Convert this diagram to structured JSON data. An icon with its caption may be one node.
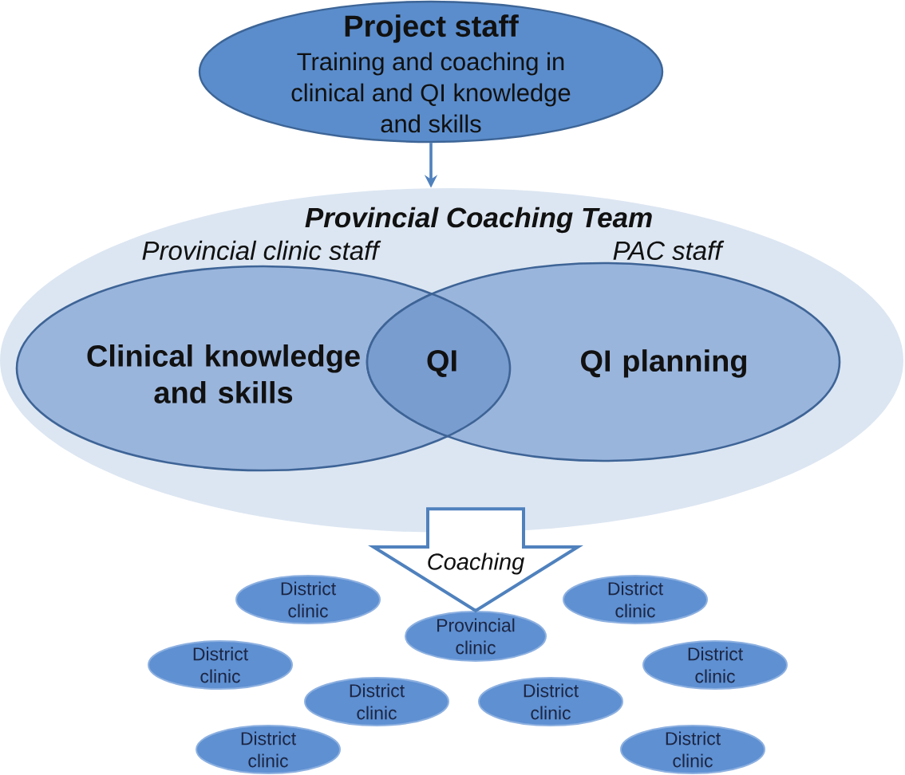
{
  "diagram": {
    "nodes": [
      {
        "text": [
          "Project staff",
          "Training and coaching in clinical and QI knowledge and skills"
        ]
      },
      {
        "text": [
          "Provincial Coaching Team"
        ]
      },
      {
        "text": [
          "Provincial clinic staff",
          "Clinical knowledge and skills"
        ],
        "in": 1
      },
      {
        "text": [
          "QI"
        ]
      },
      {
        "text": [
          "PAC staff",
          "QI planning"
        ],
        "in": 1
      },
      {
        "text": [
          "District clinic"
        ]
      },
      {
        "text": [
          "District clinic"
        ]
      },
      {
        "text": [
          "Provincial clinic"
        ]
      },
      {
        "text": [
          "District clinic"
        ]
      },
      {
        "text": [
          "District clinic"
        ]
      },
      {
        "text": [
          "District clinic"
        ]
      },
      {
        "text": [
          "District clinic"
        ]
      },
      {
        "text": [
          "District clinic"
        ]
      },
      {
        "text": [
          "District clinic"
        ]
      }
    ],
    "edges": [
      {
        "from": 0,
        "to": 1,
        "arrow": "to"
      },
      {
        "from": 1,
        "to": 7,
        "arrow": "to",
        "label": "Coaching",
        "style": "thick"
      }
    ]
  }
}
